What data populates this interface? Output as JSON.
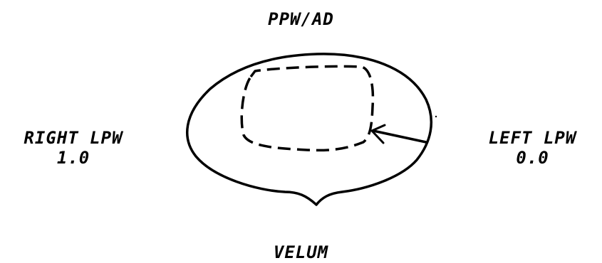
{
  "labels": {
    "top": "PPW/AD",
    "bottom": "VELUM",
    "right_side": {
      "name": "RIGHT LPW",
      "value": "1.0"
    },
    "left_side": {
      "name": "LEFT LPW",
      "value": "0.0"
    }
  }
}
